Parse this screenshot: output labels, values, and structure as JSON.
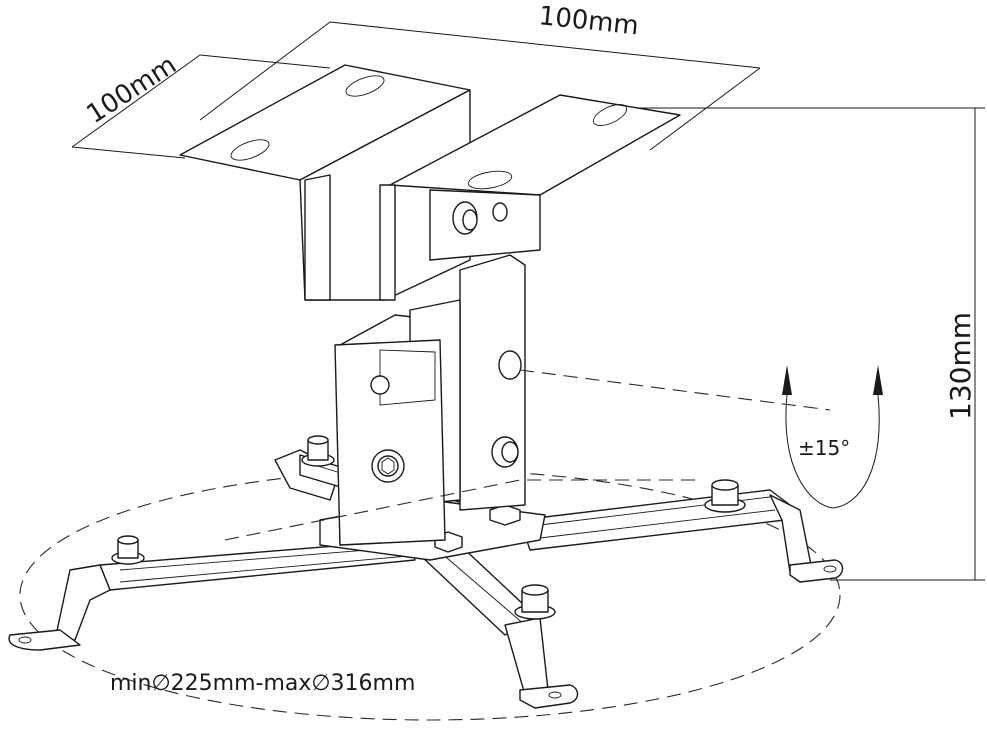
{
  "diagram": {
    "subject": "Projector ceiling mount",
    "colors": {
      "line": "#1a1a1a",
      "background": "#ffffff"
    },
    "dimensions": {
      "top_plate_depth": "100mm",
      "top_plate_width": "100mm",
      "height": "130mm",
      "tilt": "±15°",
      "leg_span": "min∅225mm-max∅316mm"
    }
  }
}
